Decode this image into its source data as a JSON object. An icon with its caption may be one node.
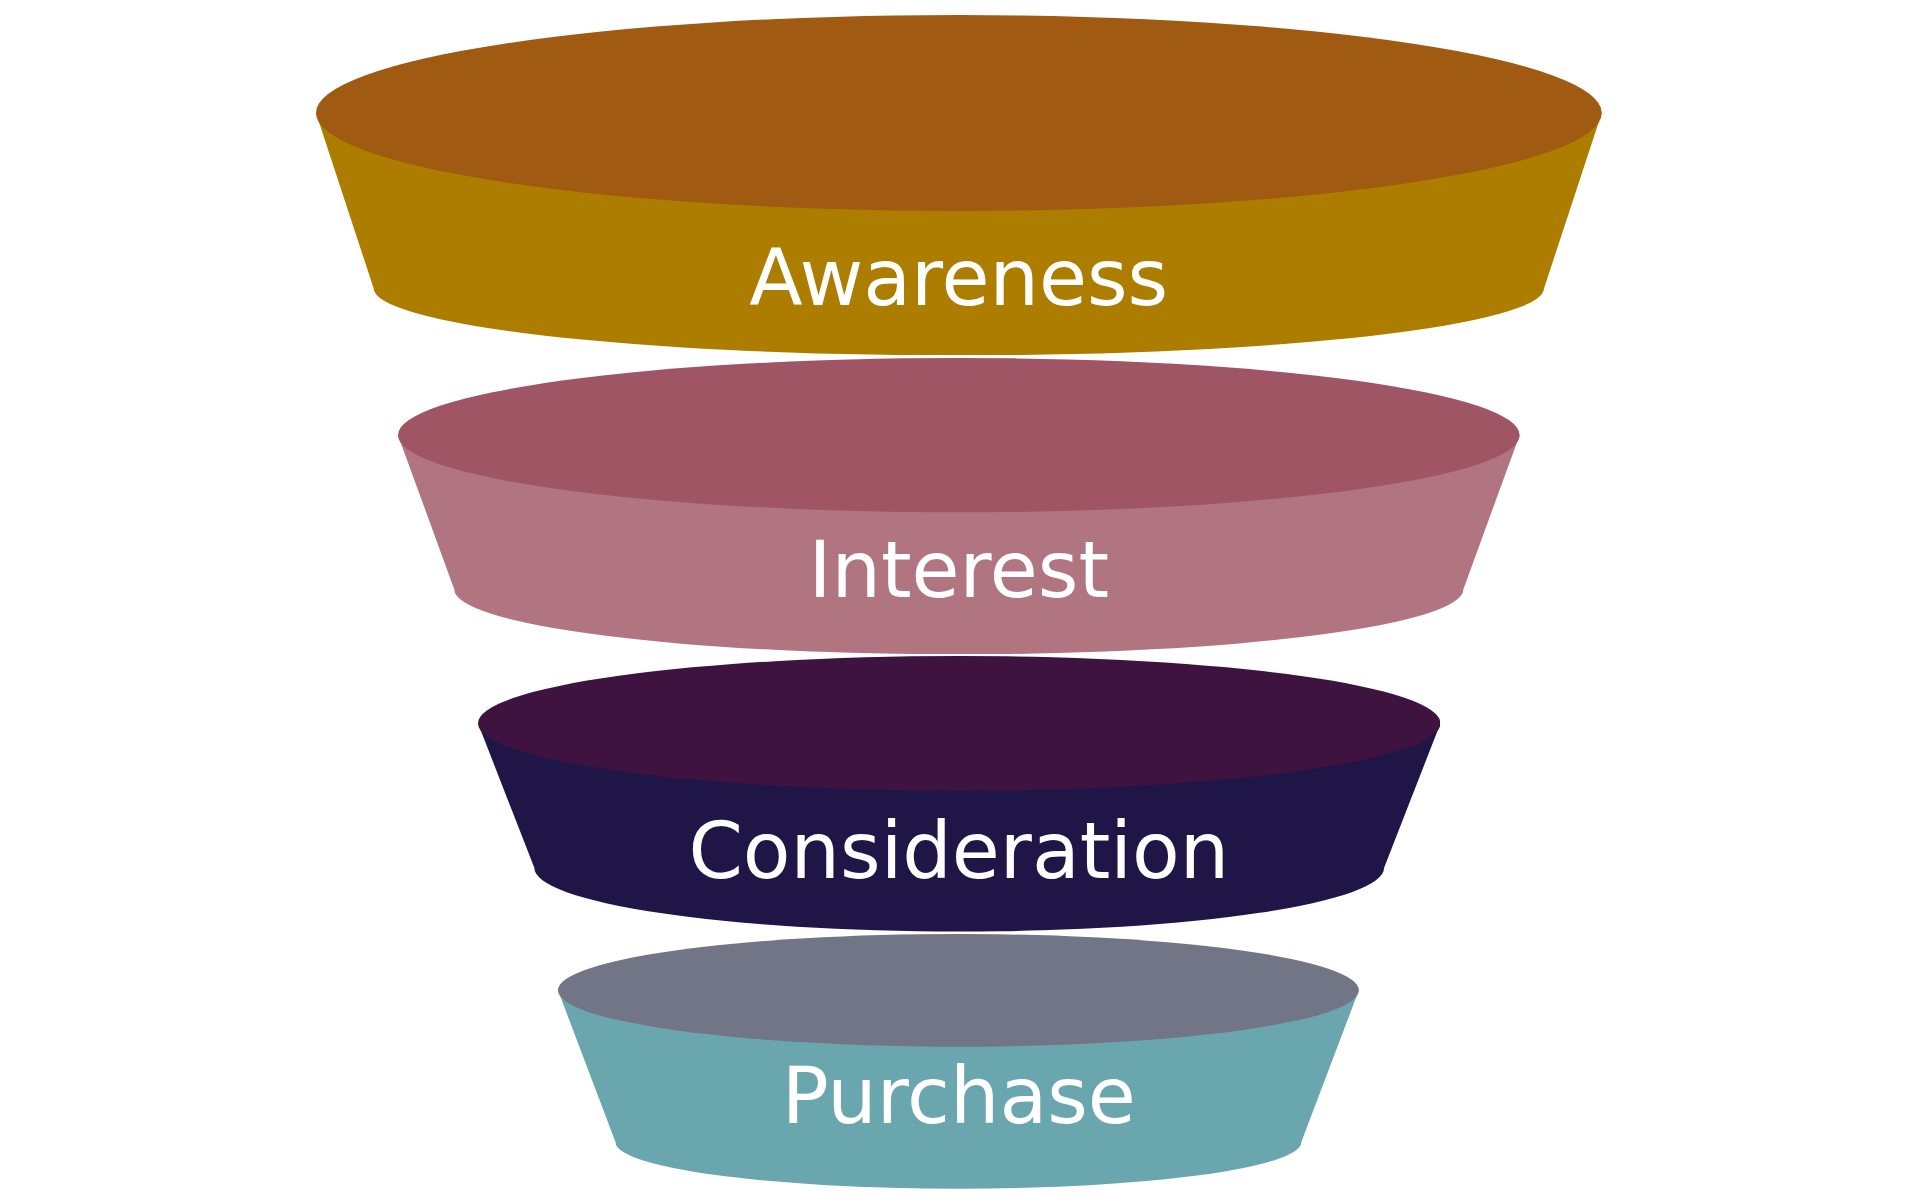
{
  "diagram": {
    "nodes": [
      {
        "text": [
          "Awareness"
        ]
      },
      {
        "text": [
          "Interest"
        ]
      },
      {
        "text": [
          "Consideration"
        ]
      },
      {
        "text": [
          "Purchase"
        ]
      }
    ],
    "edges": []
  }
}
